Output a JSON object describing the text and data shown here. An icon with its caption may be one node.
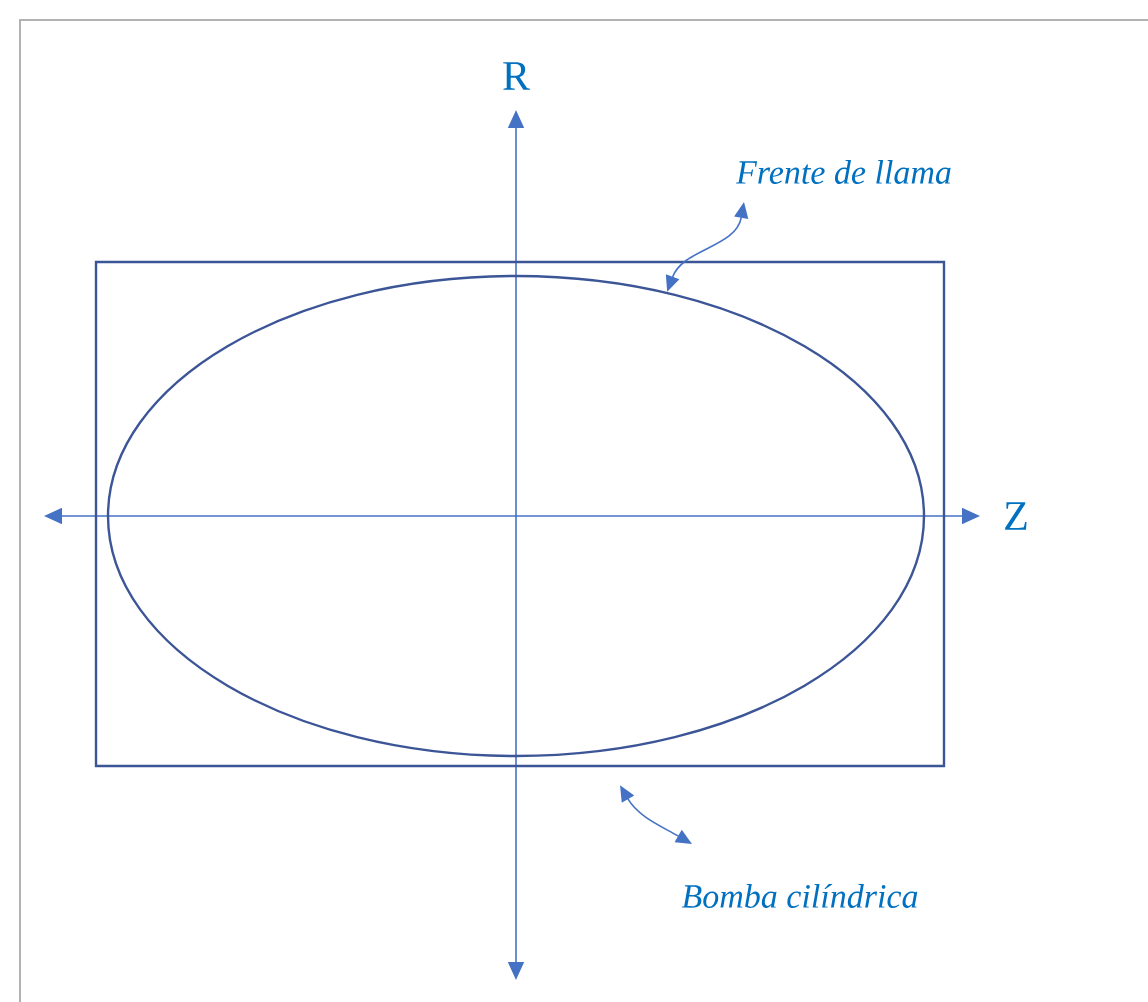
{
  "diagram": {
    "nodes": [
      {
        "text": [],
        "shape": "box"
      },
      {
        "text": [],
        "shape": "ellipse",
        "in": 0
      },
      {
        "text": [
          "Frente de llama"
        ]
      },
      {
        "text": [
          "Bomba cilíndrica"
        ]
      }
    ],
    "edges": [
      {
        "from": 2,
        "to": 1,
        "arrow": "both"
      },
      {
        "from": 3,
        "to": 0,
        "arrow": "both"
      }
    ],
    "labels": [
      "R",
      "Z"
    ]
  }
}
